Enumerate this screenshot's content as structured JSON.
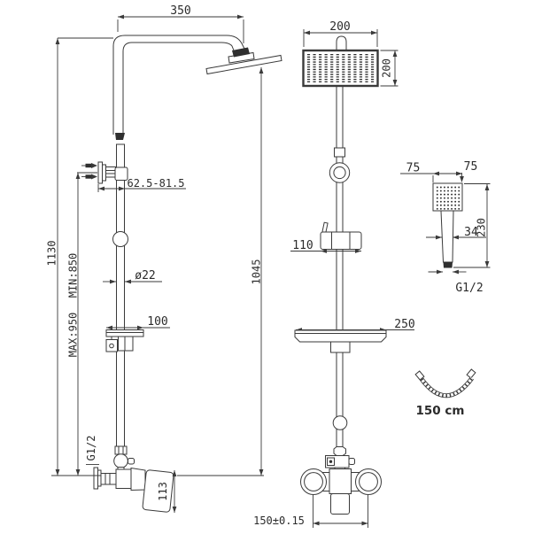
{
  "drawing": {
    "type": "shower-system-dimensional-drawing",
    "background": "#ffffff",
    "line_color": "#3a3a3a",
    "text_color": "#2b2b2b"
  },
  "side_view": {
    "arm_width": "350",
    "total_height": "1130",
    "rail_max": "MAX:950",
    "rail_min": "MIN:850",
    "wall_bracket_range": "62.5-81.5",
    "pipe_diameter": "ø22",
    "slider_width": "100",
    "inlet_thread": "G1/2",
    "handle_length": "113",
    "column_height": "1045"
  },
  "front_view": {
    "head_width": "200",
    "head_depth": "200",
    "holder_width": "110",
    "soap_dish_width": "250",
    "inlet_spacing": "150±0.15"
  },
  "hand_shower": {
    "head_width": "75",
    "head_depth": "75",
    "total_height": "230",
    "handle_width": "34",
    "thread": "G1/2"
  },
  "hose": {
    "length_label": "150 cm"
  }
}
